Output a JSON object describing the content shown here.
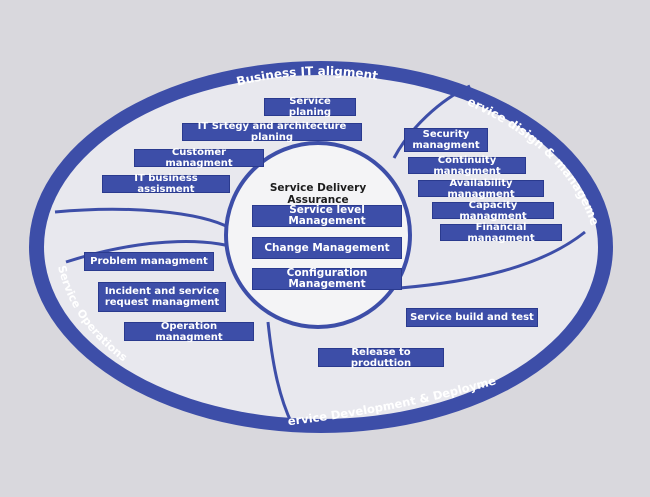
{
  "colors": {
    "background": "#d9d8dd",
    "ring": "#3d4ea8",
    "box": "#3d4ea8",
    "box_text": "#ffffff",
    "inner_fill": "#e8e8ee",
    "center_fill": "#f4f4f6"
  },
  "ring_labels": {
    "top": "Business IT aligment",
    "right": "Service disign & management",
    "left": "Service Operations",
    "bottom": "Service Development & Deployment"
  },
  "center": {
    "title": "Service Delivery Assurance",
    "items": [
      "Service level Management",
      "Change Management",
      "Configuration Management"
    ]
  },
  "business_it": {
    "items": [
      "Service planing",
      "IT Srtegy and architecture planing",
      "Customer managment",
      "IT business assisment"
    ]
  },
  "service_design": {
    "items": [
      "Security\nmanagment",
      "Continuity managment",
      "Availability managment",
      "Capacity managment",
      "Financial managment"
    ]
  },
  "service_operations": {
    "items": [
      "Problem managment",
      "Incident and service\nrequest managment",
      "Operation managment"
    ]
  },
  "service_development": {
    "items": [
      "Service build and test",
      "Release to produttion"
    ]
  }
}
